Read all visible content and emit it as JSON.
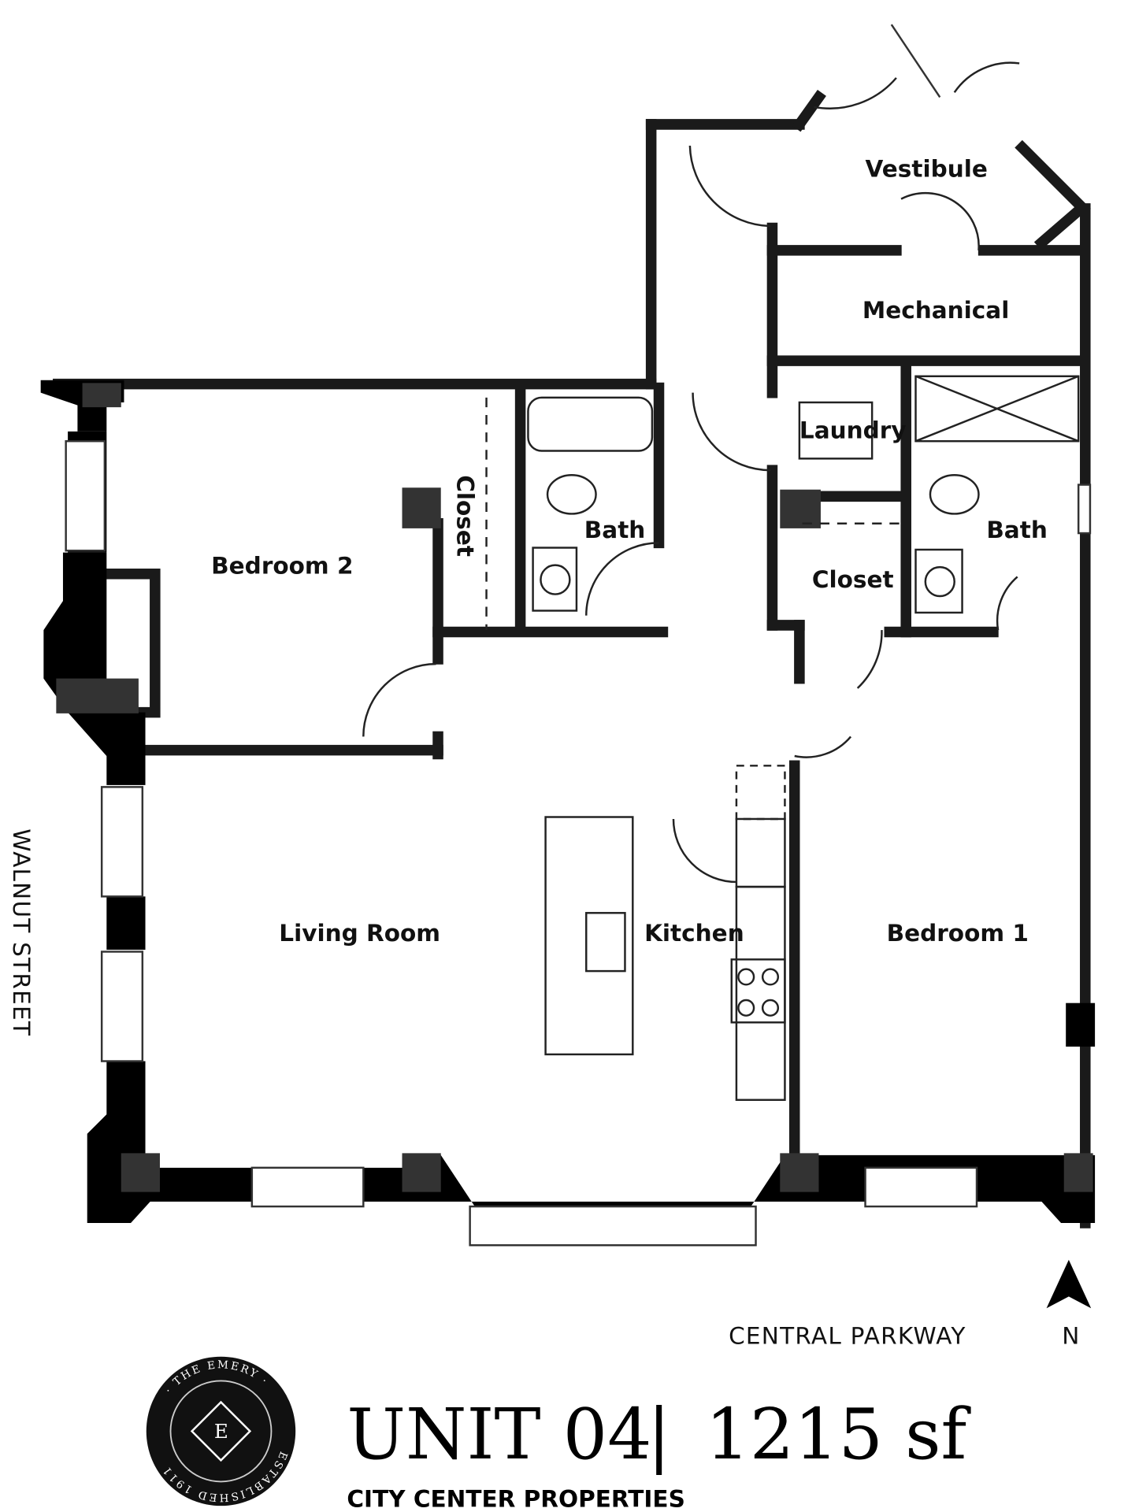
{
  "rooms": {
    "vestibule": "Vestibule",
    "mechanical": "Mechanical",
    "laundry": "Laundry",
    "bath_2": "Bath",
    "bath_1": "Bath",
    "closet_2": "Closet",
    "closet_1": "Closet",
    "bedroom_2": "Bedroom 2",
    "bedroom_1": "Bedroom 1",
    "living_room": "Living Room",
    "kitchen": "Kitchen"
  },
  "streets": {
    "west": "WALNUT STREET",
    "south": "CENTRAL PARKWAY"
  },
  "compass": {
    "label": "N"
  },
  "footer": {
    "unit": "UNIT 04",
    "separator": "|",
    "area": "1215 sf",
    "company": "CITY CENTER PROPERTIES"
  },
  "logo": {
    "top_text": "· THE EMERY ·",
    "bottom_text": "ESTABLISHED 1911",
    "monogram": "E"
  },
  "colors": {
    "wall": "#1a1a1a",
    "fill": "#333333"
  }
}
